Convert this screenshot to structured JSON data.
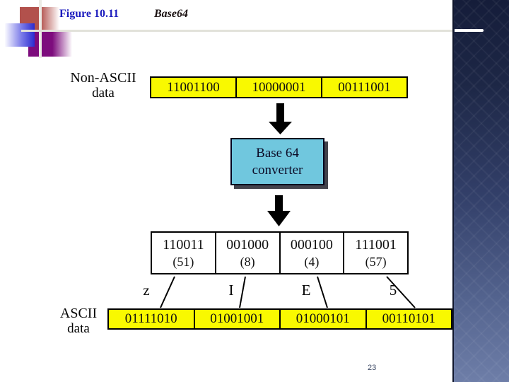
{
  "slide": {
    "figure_label": "Figure 10.11",
    "figure_title": "Base64",
    "page_number": "23"
  },
  "diagram": {
    "non_ascii_label": {
      "line1": "Non-ASCII",
      "line2": "data"
    },
    "ascii_label": {
      "line1": "ASCII",
      "line2": "data"
    },
    "converter": {
      "line1": "Base 64",
      "line2": "converter"
    },
    "input_bytes": [
      "11001100",
      "10000001",
      "00111001"
    ],
    "groups": [
      {
        "bits": "110011",
        "decimal": "(51)"
      },
      {
        "bits": "001000",
        "decimal": "(8)"
      },
      {
        "bits": "000100",
        "decimal": "(4)"
      },
      {
        "bits": "111001",
        "decimal": "(57)"
      }
    ],
    "base64_chars": [
      "z",
      "I",
      "E",
      "5"
    ],
    "output_bytes": [
      "01111010",
      "01001001",
      "01000101",
      "00110101"
    ]
  },
  "colors": {
    "cell_yellow": "#f9f900",
    "converter_fill": "#70c7de",
    "title_blue": "#1c1cbe",
    "band_top": "#151d3a",
    "band_bottom": "#6e7ea8",
    "arrow_black": "#000000"
  }
}
